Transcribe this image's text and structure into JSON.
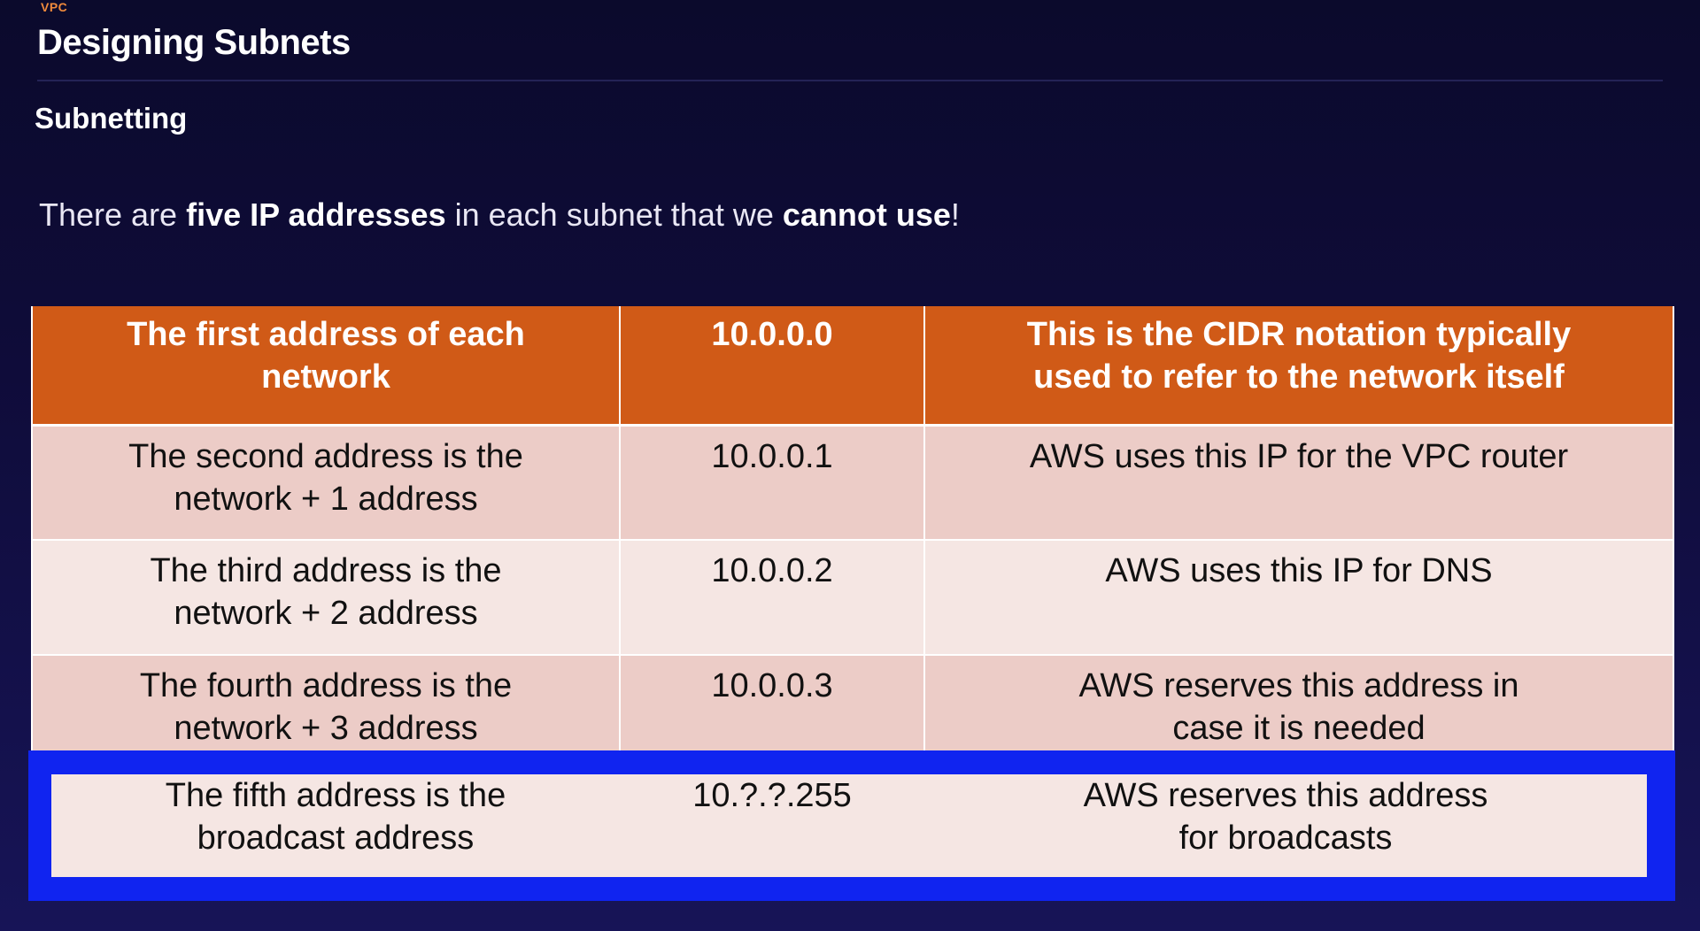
{
  "header": {
    "eyebrow": "VPC",
    "title": "Designing Subnets"
  },
  "section": {
    "subtitle": "Subnetting"
  },
  "lead": {
    "prefix": "There are ",
    "bold1": "five IP addresses",
    "middle": " in each subnet that we ",
    "bold2": "cannot use",
    "suffix": "!"
  },
  "table": {
    "header": {
      "c1_line1": "The first address of each",
      "c1_line2": "network",
      "c2": "10.0.0.0",
      "c3_line1": "This is the CIDR notation typically",
      "c3_line2": "used to refer to the network itself"
    },
    "rows": [
      {
        "c1_line1": "The second address is the",
        "c1_line2": "network + 1 address",
        "c2": "10.0.0.1",
        "c3_line1": "AWS uses this IP for the VPC router",
        "c3_line2": ""
      },
      {
        "c1_line1": "The third address is the",
        "c1_line2": "network + 2 address",
        "c2": "10.0.0.2",
        "c3_line1": "AWS uses this IP for DNS",
        "c3_line2": ""
      },
      {
        "c1_line1": "The fourth address is the",
        "c1_line2": "network + 3 address",
        "c2": "10.0.0.3",
        "c3_line1": "AWS reserves this address in",
        "c3_line2": "case it is needed"
      }
    ],
    "highlighted_row": {
      "c1_line1": "The fifth address is the",
      "c1_line2": "broadcast address",
      "c2": "10.?.?.255",
      "c3_line1": "AWS reserves this address",
      "c3_line2": "for broadcasts"
    }
  },
  "colors": {
    "background": "#0f0c3a",
    "header_fill": "#d05a17",
    "row_dark": "#ecccc7",
    "row_light": "#f5e6e3",
    "highlight_border": "#1024f0",
    "eyebrow": "#f08a3c"
  }
}
